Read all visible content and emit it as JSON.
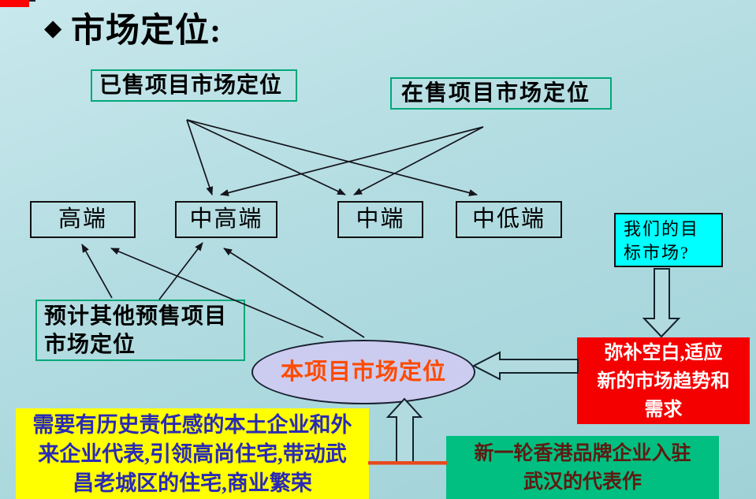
{
  "slide": {
    "bullet": "◆",
    "title": "市场定位:"
  },
  "nodes": {
    "sold_projects": {
      "label": "已售项目市场定位"
    },
    "onsale_projects": {
      "label": "在售项目市场定位"
    },
    "tier_high": {
      "label": "高端"
    },
    "tier_mid_high": {
      "label": "中高端"
    },
    "tier_mid": {
      "label": "中端"
    },
    "tier_mid_low": {
      "label": "中低端"
    },
    "target_market_question": {
      "lines": [
        "我们的目",
        "标市场?"
      ]
    },
    "forecast_presale": {
      "lines": [
        "预计其他预售项目",
        "市场定位"
      ]
    },
    "this_project": {
      "label": "本项目市场定位"
    },
    "fill_gap": {
      "lines": [
        "弥补空白,适应",
        "新的市场趋势和",
        "需求"
      ]
    },
    "responsibility": {
      "lines": [
        "需要有历史责任感的本土企业和外",
        "来企业代表,引领高尚住宅,带动武",
        "昌老城区的住宅,商业繁荣"
      ]
    },
    "hk_brand": {
      "lines": [
        "新一轮香港品牌企业入驻",
        "武汉的代表作"
      ]
    }
  },
  "colors": {
    "background_top": "#c8e8ec",
    "background_mid": "#b2dce1",
    "background_bottom": "#9fd2d8",
    "box_border_green": "#00a878",
    "cyan_fill": "#00ffff",
    "ellipse_fill": "#ccccf0",
    "ellipse_text": "#ff4a00",
    "red_fill": "#f40000",
    "yellow_fill": "#ffff00",
    "yellow_text": "#2a2ab5",
    "green_fill": "#00bf80",
    "green_text": "#5e1b12",
    "accent_line": "#e8491d",
    "corner_red": "#ff0000"
  }
}
